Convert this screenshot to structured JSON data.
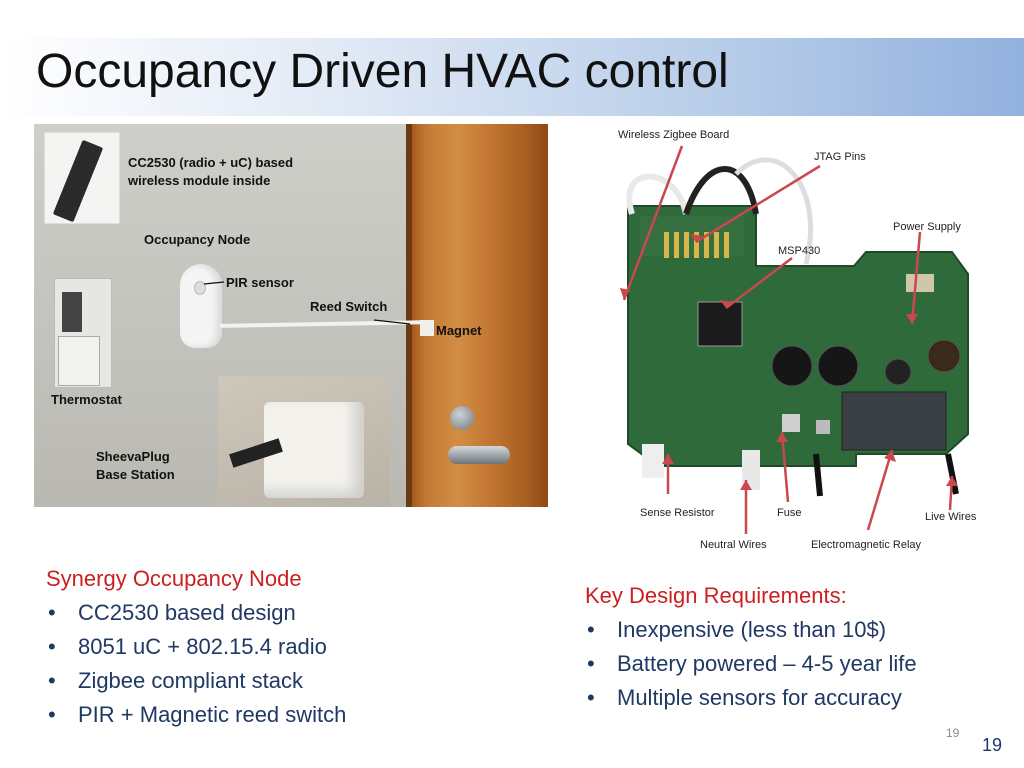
{
  "slide": {
    "title": "Occupancy Driven HVAC control",
    "page_number_small": "19",
    "page_number": "19"
  },
  "left_photo": {
    "labels": {
      "module": "CC2530 (radio + uC) based",
      "module_line2": "wireless module inside",
      "occupancy_node": "Occupancy Node",
      "pir_sensor": "PIR sensor",
      "reed_switch": "Reed Switch",
      "magnet": "Magnet",
      "thermostat": "Thermostat",
      "base_station_line1": "SheevaPlug",
      "base_station_line2": "Base Station"
    }
  },
  "right_photo": {
    "labels": {
      "wireless_board": "Wireless Zigbee Board",
      "jtag": "JTAG Pins",
      "power_supply": "Power Supply",
      "msp430": "MSP430",
      "sense_resistor": "Sense Resistor",
      "fuse": "Fuse",
      "live_wires": "Live Wires",
      "neutral_wires": "Neutral Wires",
      "relay": "Electromagnetic Relay"
    }
  },
  "left_list": {
    "heading": "Synergy Occupancy Node",
    "items": [
      "CC2530 based design",
      "8051 uC + 802.15.4 radio",
      "Zigbee compliant stack",
      "PIR + Magnetic reed switch"
    ]
  },
  "right_list": {
    "heading": "Key Design Requirements:",
    "items": [
      "Inexpensive (less than 10$)",
      "Battery powered – 4-5 year life",
      "Multiple sensors for accuracy"
    ]
  }
}
